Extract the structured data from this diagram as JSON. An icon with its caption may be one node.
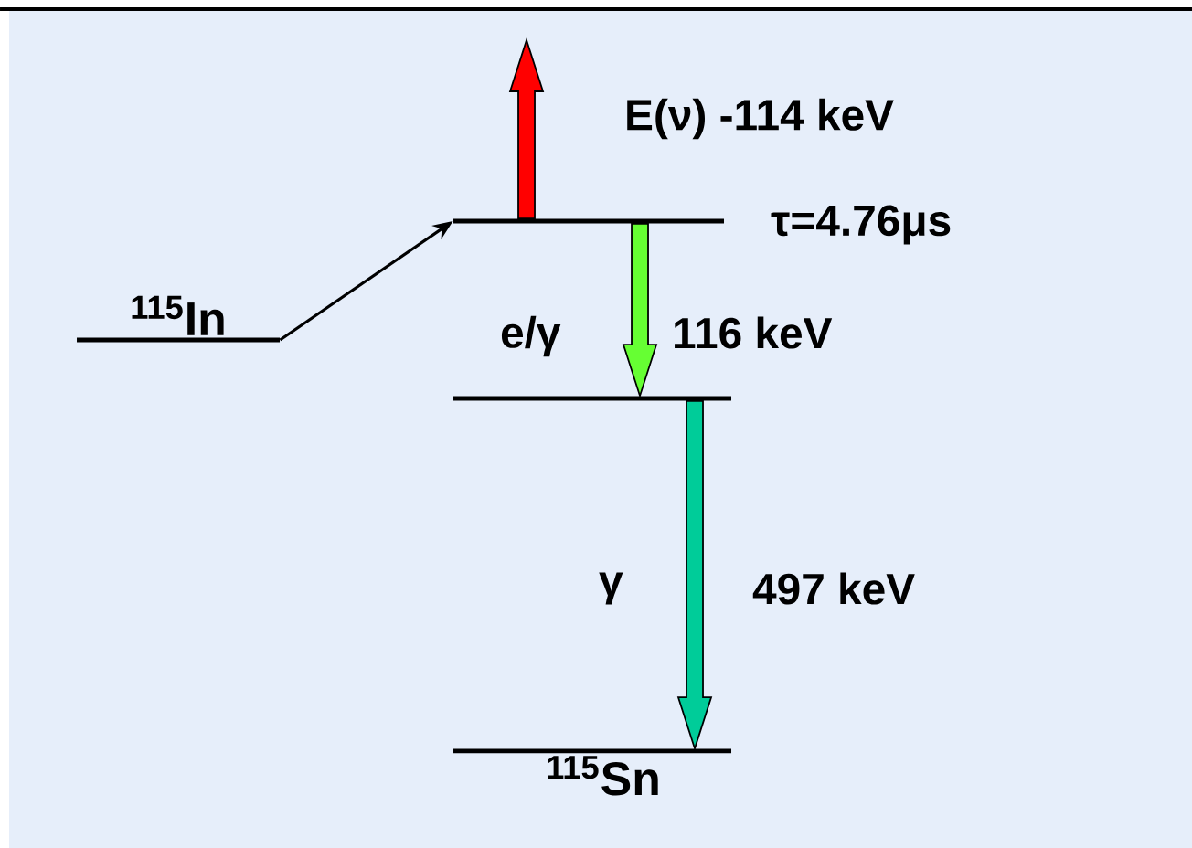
{
  "diagram": {
    "nodes": [
      {
        "text": [
          "$^{115}$In"
        ]
      },
      {
        "text": [],
        "shape": "bar",
        "beside": [
          "τ=4.76μs"
        ]
      },
      {
        "text": [],
        "shape": "bar"
      },
      {
        "text": [
          "$^{115}$Sn"
        ]
      }
    ],
    "edges": [
      {
        "from": 0,
        "to": 1,
        "arrow": "to"
      },
      {
        "from": 1,
        "to": null,
        "arrow": "to",
        "label": "E(ν) -114 keV",
        "style": "thick",
        "color": "#ff0000"
      },
      {
        "from": 1,
        "to": 2,
        "arrow": "to",
        "label": "116 keV",
        "style": "thick",
        "color": "#66ff33"
      },
      {
        "from": 2,
        "to": 3,
        "arrow": "to",
        "label": "497 keV",
        "style": "thick",
        "color": "#00cc99"
      }
    ],
    "labels": [
      "e/γ",
      "γ"
    ]
  }
}
